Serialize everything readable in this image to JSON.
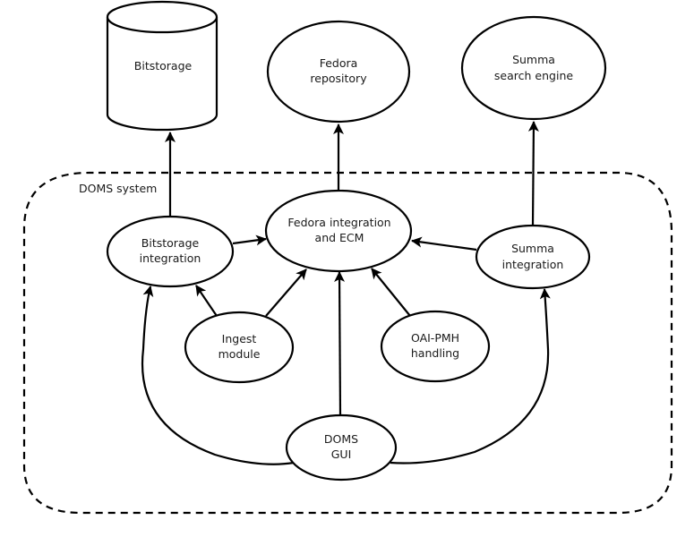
{
  "diagram": {
    "group": {
      "id": "doms-system",
      "label": "DOMS system",
      "style": "dashed-rounded-rect"
    },
    "nodes": [
      {
        "id": "bitstorage",
        "lines": [
          "Bitstorage"
        ],
        "shape": "cylinder",
        "group": null
      },
      {
        "id": "fedora-repository",
        "lines": [
          "Fedora",
          "repository"
        ],
        "shape": "ellipse",
        "group": null
      },
      {
        "id": "summa-search-engine",
        "lines": [
          "Summa",
          "search engine"
        ],
        "shape": "ellipse",
        "group": null
      },
      {
        "id": "bitstorage-integration",
        "lines": [
          "Bitstorage",
          "integration"
        ],
        "shape": "ellipse",
        "group": "doms-system"
      },
      {
        "id": "fedora-integration-ecm",
        "lines": [
          "Fedora integration",
          "and ECM"
        ],
        "shape": "ellipse",
        "group": "doms-system"
      },
      {
        "id": "summa-integration",
        "lines": [
          "Summa",
          "integration"
        ],
        "shape": "ellipse",
        "group": "doms-system"
      },
      {
        "id": "ingest-module",
        "lines": [
          "Ingest",
          "module"
        ],
        "shape": "ellipse",
        "group": "doms-system"
      },
      {
        "id": "oai-pmh-handling",
        "lines": [
          "OAI-PMH",
          "handling"
        ],
        "shape": "ellipse",
        "group": "doms-system"
      },
      {
        "id": "doms-gui",
        "lines": [
          "DOMS",
          "GUI"
        ],
        "shape": "ellipse",
        "group": "doms-system"
      }
    ],
    "edges": [
      {
        "from": "bitstorage-integration",
        "to": "bitstorage"
      },
      {
        "from": "fedora-integration-ecm",
        "to": "fedora-repository"
      },
      {
        "from": "summa-integration",
        "to": "summa-search-engine"
      },
      {
        "from": "bitstorage-integration",
        "to": "fedora-integration-ecm"
      },
      {
        "from": "summa-integration",
        "to": "fedora-integration-ecm"
      },
      {
        "from": "ingest-module",
        "to": "bitstorage-integration"
      },
      {
        "from": "ingest-module",
        "to": "fedora-integration-ecm"
      },
      {
        "from": "oai-pmh-handling",
        "to": "fedora-integration-ecm"
      },
      {
        "from": "doms-gui",
        "to": "fedora-integration-ecm"
      },
      {
        "from": "doms-gui",
        "to": "bitstorage-integration",
        "curved": true
      },
      {
        "from": "doms-gui",
        "to": "summa-integration",
        "curved": true
      }
    ]
  }
}
